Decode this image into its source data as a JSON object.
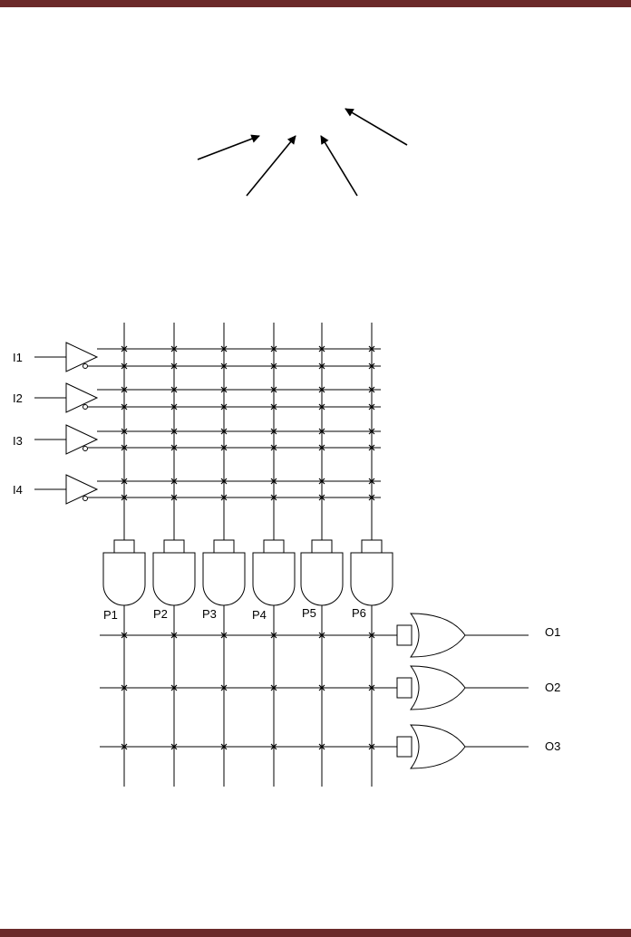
{
  "colors": {
    "bar": "#6b2a2a",
    "ink": "#000000",
    "background": "#ffffff"
  },
  "inputs": [
    {
      "label": "I1"
    },
    {
      "label": "I2"
    },
    {
      "label": "I3"
    },
    {
      "label": "I4"
    }
  ],
  "products": [
    {
      "label": "P1"
    },
    {
      "label": "P2"
    },
    {
      "label": "P3"
    },
    {
      "label": "P4"
    },
    {
      "label": "P5"
    },
    {
      "label": "P6"
    }
  ],
  "outputs": [
    {
      "label": "O1"
    },
    {
      "label": "O2"
    },
    {
      "label": "O3"
    }
  ]
}
